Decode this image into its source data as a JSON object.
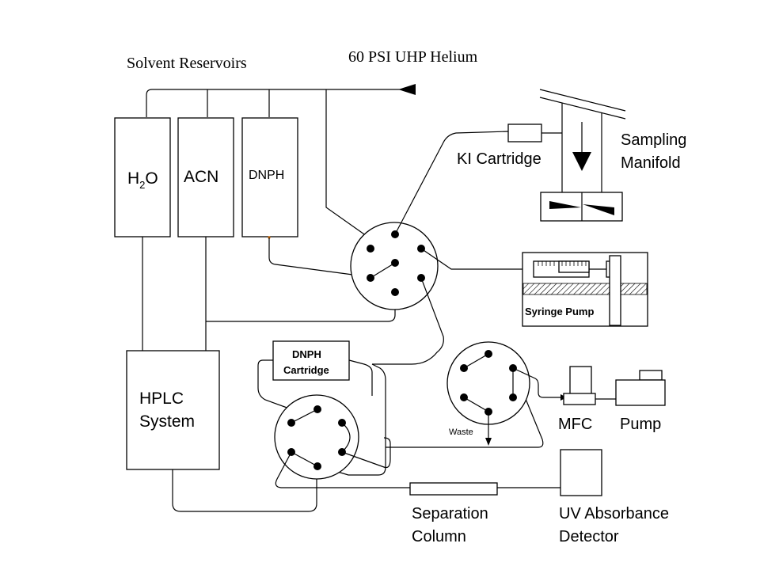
{
  "title_left": "Solvent Reservoirs",
  "title_right": "60 PSI UHP Helium",
  "reservoirs": {
    "h2o_main": "H",
    "h2o_sub": "2",
    "h2o_end": "O",
    "acn": "ACN",
    "dnph": "DNPH"
  },
  "ki_cartridge": "KI Cartridge",
  "sampling_manifold": [
    "Sampling",
    "Manifold"
  ],
  "syringe_pump": "Syringe Pump",
  "dnph_cartridge": [
    "DNPH",
    "Cartridge"
  ],
  "hplc_system": [
    "HPLC",
    "System"
  ],
  "waste": "Waste",
  "mfc": "MFC",
  "pump": "Pump",
  "separation_column": [
    "Separation",
    "Column"
  ],
  "uv_detector": [
    "UV Absorbance",
    "Detector"
  ],
  "colors": {
    "line": "#000000",
    "background": "#ffffff",
    "accent_dot": "#e07000"
  }
}
